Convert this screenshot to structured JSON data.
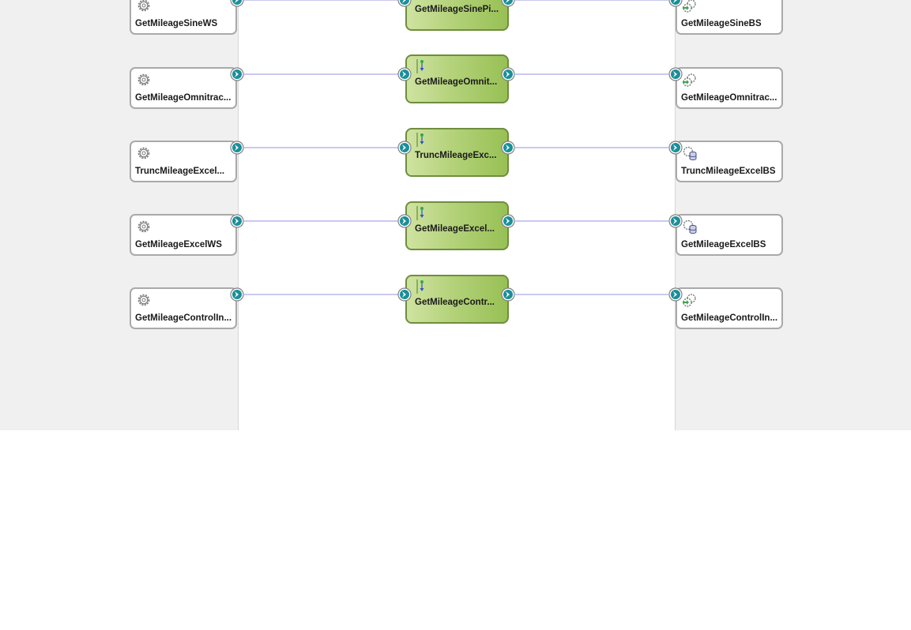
{
  "composite": {
    "rows": [
      {
        "proxy_label": "GetMileageSineWS",
        "pipeline_label": "GetMileageSinePi...",
        "business_label": "GetMileageSineBS",
        "business_icon": "gears-arrow-icon"
      },
      {
        "proxy_label": "GetMileageOmnitrac...",
        "pipeline_label": "GetMileageOmnit...",
        "business_label": "GetMileageOmnitrac...",
        "business_icon": "gears-arrow-icon"
      },
      {
        "proxy_label": "TruncMileageExcel...",
        "pipeline_label": "TruncMileageExc...",
        "business_label": "TruncMileageExcelBS",
        "business_icon": "gears-database-icon"
      },
      {
        "proxy_label": "GetMileageExcelWS",
        "pipeline_label": "GetMileageExcel...",
        "business_label": "GetMileageExcelBS",
        "business_icon": "gears-database-icon"
      },
      {
        "proxy_label": "GetMileageControlIn...",
        "pipeline_label": "GetMileageContr...",
        "business_label": "GetMileageControlIn...",
        "business_icon": "gears-arrow-icon"
      }
    ]
  },
  "colors": {
    "wire": "#c9c9ef",
    "port_fill": "#1a8f9a",
    "pipeline_border": "#6f8e3d"
  }
}
